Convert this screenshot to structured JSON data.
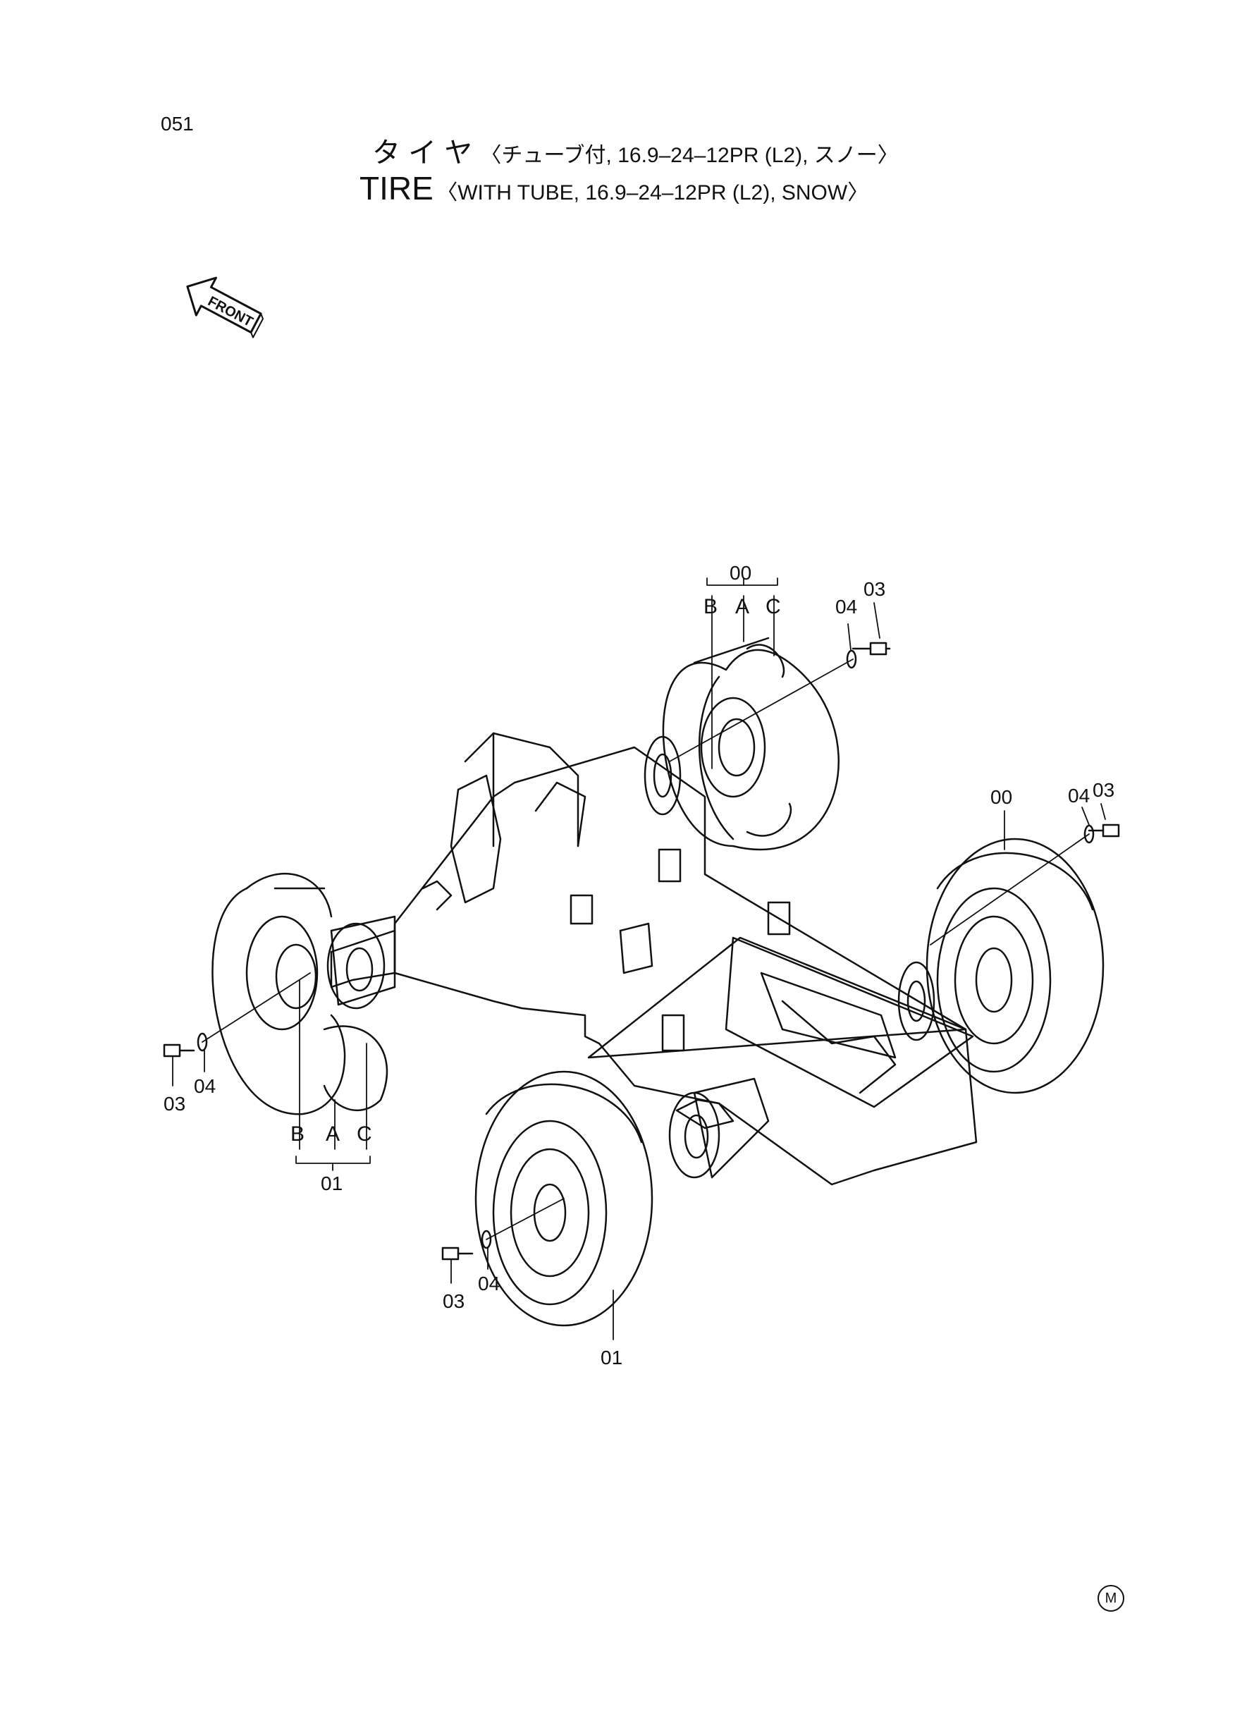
{
  "page": {
    "number": "051",
    "mark": "M"
  },
  "title": {
    "jp_main": "タ イ ヤ",
    "jp_sub": "〈チューブ付, 16.9–24–12PR (L2), スノー〉",
    "en_main": "TIRE",
    "en_sub": "〈WITH TUBE, 16.9–24–12PR (L2), SNOW〉"
  },
  "front_arrow": {
    "label": "FRONT",
    "icon": "front-direction-arrow-icon"
  },
  "callouts": {
    "rear_left": {
      "group": "00",
      "sub": [
        "B",
        "A",
        "C"
      ],
      "washer": "04",
      "bolt": "03"
    },
    "rear_right": {
      "tire": "00",
      "washer": "04",
      "bolt": "03"
    },
    "front_left": {
      "group": "01",
      "sub": [
        "B",
        "A",
        "C"
      ],
      "washer": "04",
      "bolt": "03"
    },
    "front_right": {
      "tire": "01",
      "washer": "04",
      "bolt": "03"
    }
  }
}
